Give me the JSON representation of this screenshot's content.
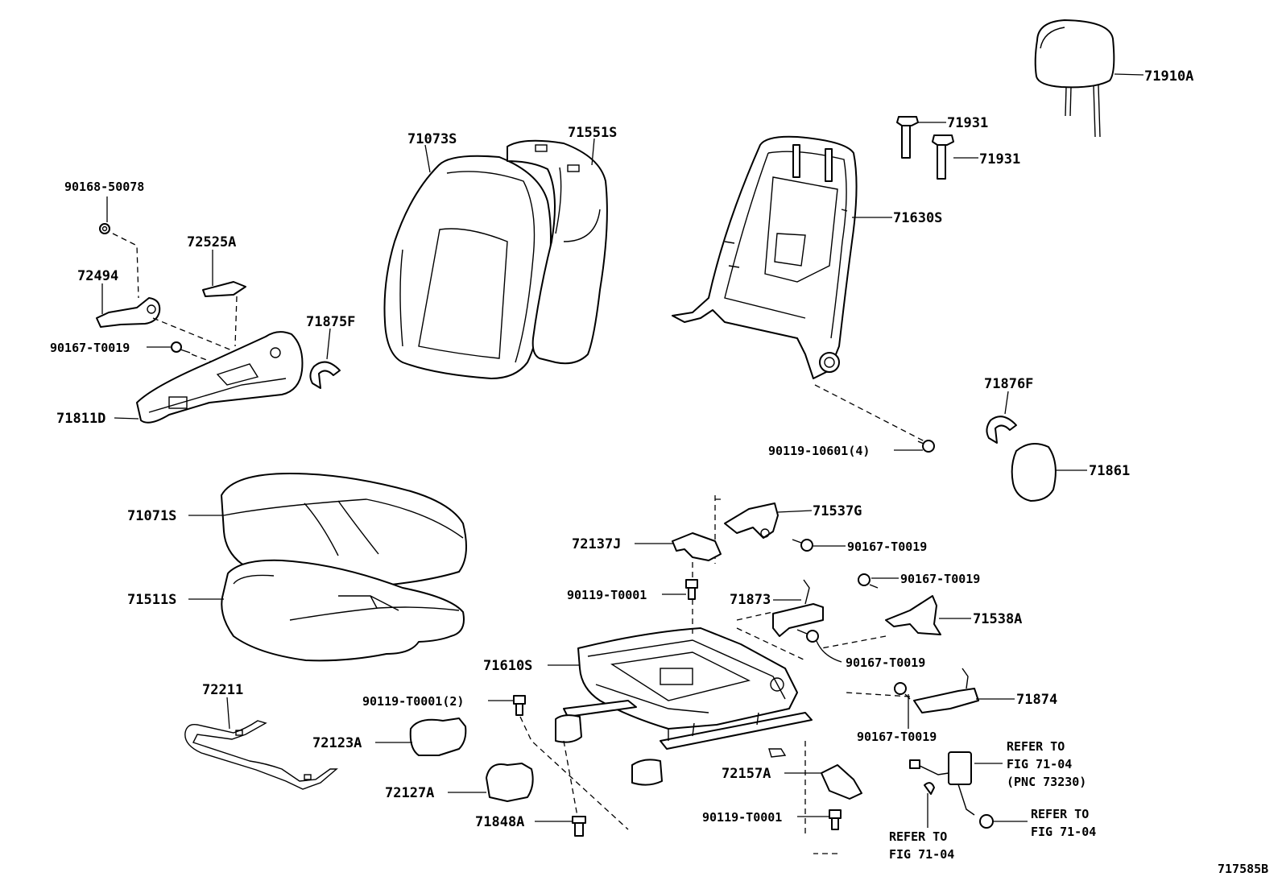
{
  "diagram_id": "717585B",
  "callouts": {
    "p71910A": "71910A",
    "p71931a": "71931",
    "p71931b": "71931",
    "p71630S": "71630S",
    "p71073S": "71073S",
    "p71551S": "71551S",
    "p90168": "90168-50078",
    "p72525A": "72525A",
    "p72494": "72494",
    "p90167a": "90167-T0019",
    "p71875F": "71875F",
    "p71811D": "71811D",
    "p71876F": "71876F",
    "p90119_10601": "90119-10601(4)",
    "p71861": "71861",
    "p71071S": "71071S",
    "p71511S": "71511S",
    "p71537G": "71537G",
    "p72137J": "72137J",
    "p90167b": "90167-T0019",
    "p90167c": "90167-T0019",
    "p90119a": "90119-T0001",
    "p71873": "71873",
    "p71538A": "71538A",
    "p90167d": "90167-T0019",
    "p71610S": "71610S",
    "p71874": "71874",
    "p90119b": "90119-T0001(2)",
    "p90167e": "90167-T0019",
    "p72211": "72211",
    "p72123A": "72123A",
    "p72157A": "72157A",
    "p72127A": "72127A",
    "p71848A": "71848A",
    "p90119c": "90119-T0001"
  },
  "references": {
    "ref1_line1": "REFER TO",
    "ref1_line2": "FIG 71-04",
    "ref1_line3": "(PNC 73230)",
    "ref2_line1": "REFER TO",
    "ref2_line2": "FIG 71-04",
    "ref3_line1": "REFER TO",
    "ref3_line2": "FIG 71-04"
  }
}
